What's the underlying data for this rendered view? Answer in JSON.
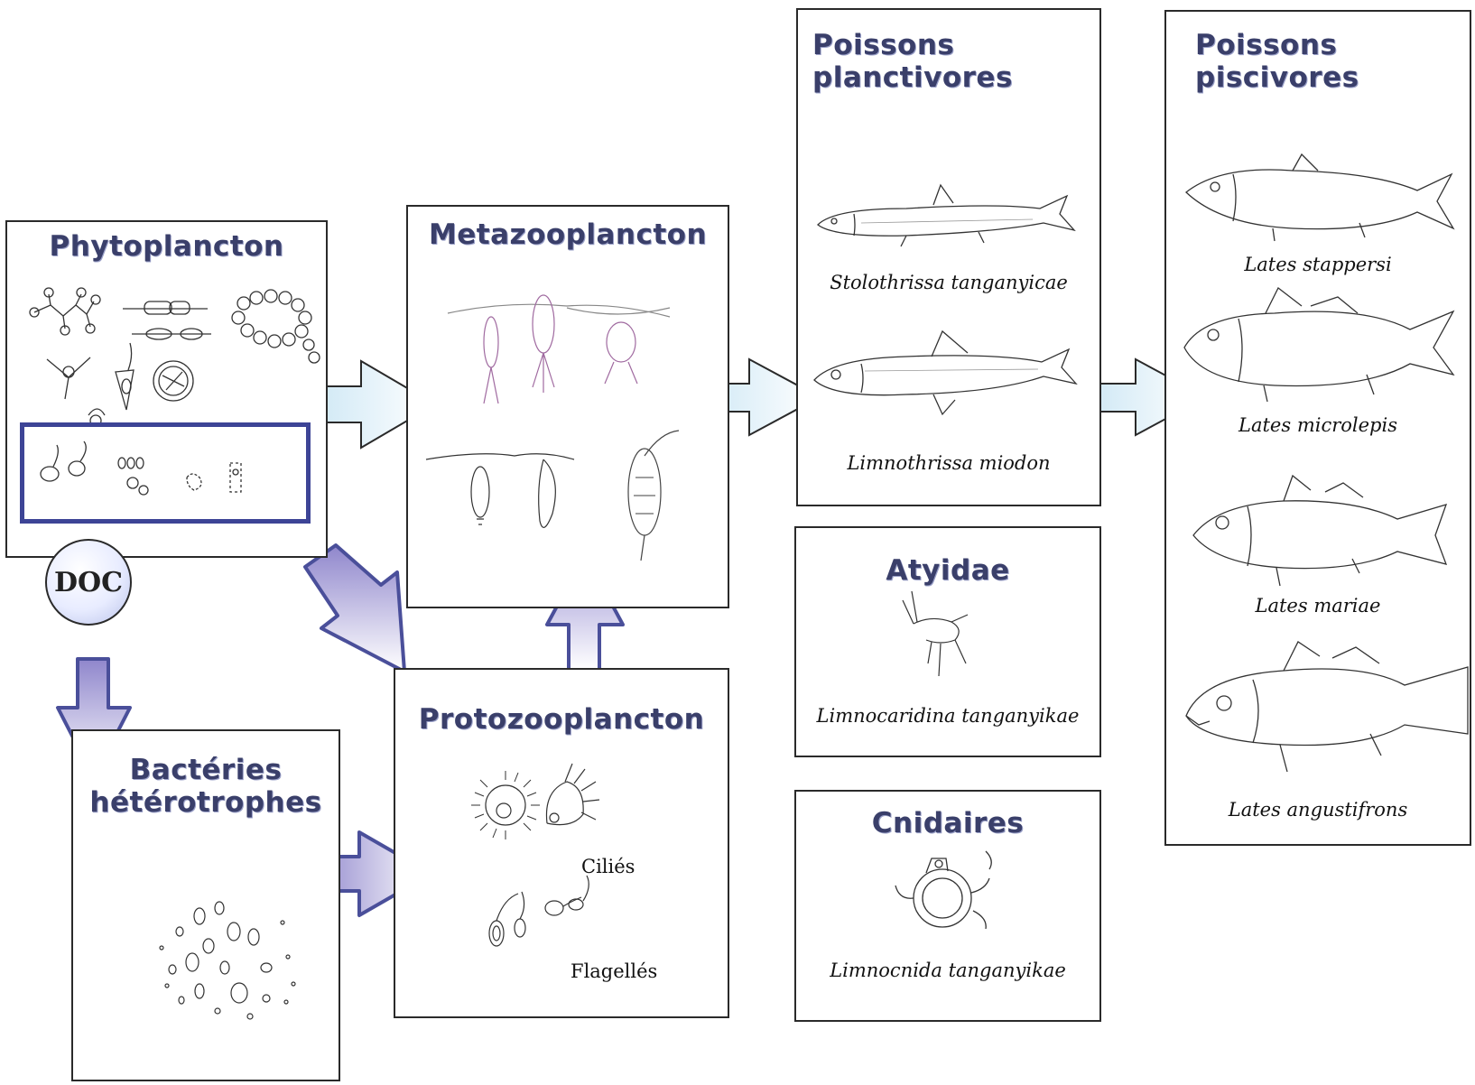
{
  "phytoplancton": {
    "title": "Phytoplancton"
  },
  "metazooplancton": {
    "title": "Metazooplancton"
  },
  "protozooplancton": {
    "title": "Protozooplancton",
    "ciliates_label": "Ciliés",
    "flagellates_label": "Flagellés"
  },
  "bacteries": {
    "title_line1": "Bactéries",
    "title_line2": "hétérotrophes"
  },
  "doc": {
    "label": "DOC"
  },
  "poissons_planctivores": {
    "title_line1": "Poissons",
    "title_line2": "planctivores",
    "species": [
      "Stolothrissa  tanganyicae",
      "Limnothrissa miodon"
    ]
  },
  "atyidae": {
    "title": "Atyidae",
    "species": "Limnocaridina tanganyikae"
  },
  "cnidaires": {
    "title": "Cnidaires",
    "species": "Limnocnida tanganyikae"
  },
  "poissons_piscivores": {
    "title_line1": "Poissons",
    "title_line2": "piscivores",
    "species": [
      "Lates stappersi",
      "Lates microlepis",
      "Lates mariae",
      "Lates angustifrons"
    ]
  },
  "colors": {
    "heading": "#3a3f6a",
    "arrow_fill_light": "#e4f2fa",
    "arrow_fill_blue": "#cdd2f0",
    "arrow_fill_purple": "#a9a2d8",
    "arrow_stroke_purple": "#4a4f9a",
    "highlight_border": "#3d4496"
  }
}
